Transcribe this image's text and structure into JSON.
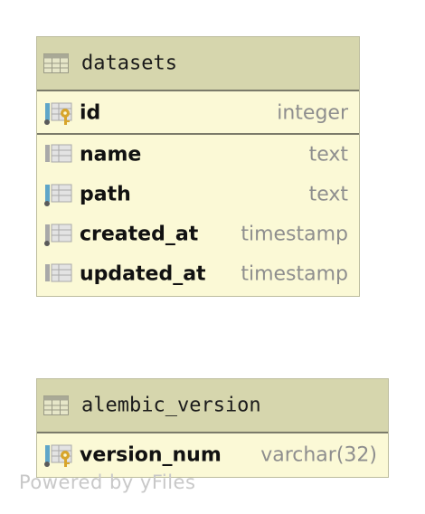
{
  "tables": [
    {
      "name": "datasets",
      "icon": "table-icon",
      "primary_key": [
        {
          "name": "id",
          "type": "integer",
          "icon": "primary-key-column-icon"
        }
      ],
      "columns": [
        {
          "name": "name",
          "type": "text",
          "icon": "column-icon"
        },
        {
          "name": "path",
          "type": "text",
          "icon": "indexed-column-icon"
        },
        {
          "name": "created_at",
          "type": "timestamp",
          "icon": "indexed-column-icon"
        },
        {
          "name": "updated_at",
          "type": "timestamp",
          "icon": "column-icon"
        }
      ]
    },
    {
      "name": "alembic_version",
      "icon": "table-icon",
      "primary_key": [
        {
          "name": "version_num",
          "type": "varchar(32)",
          "icon": "primary-key-column-icon"
        }
      ],
      "columns": []
    }
  ],
  "watermark": "Powered by yFiles",
  "colors": {
    "card_background": "#fbf9d6",
    "header_background": "#d6d6ad",
    "border": "#bdbd9e",
    "divider": "#7b7b6a",
    "column_type": "#8e8e8e",
    "key_gold": "#d8a52b",
    "icon_blue": "#5fa6c9",
    "watermark": "#c8c8c8"
  }
}
